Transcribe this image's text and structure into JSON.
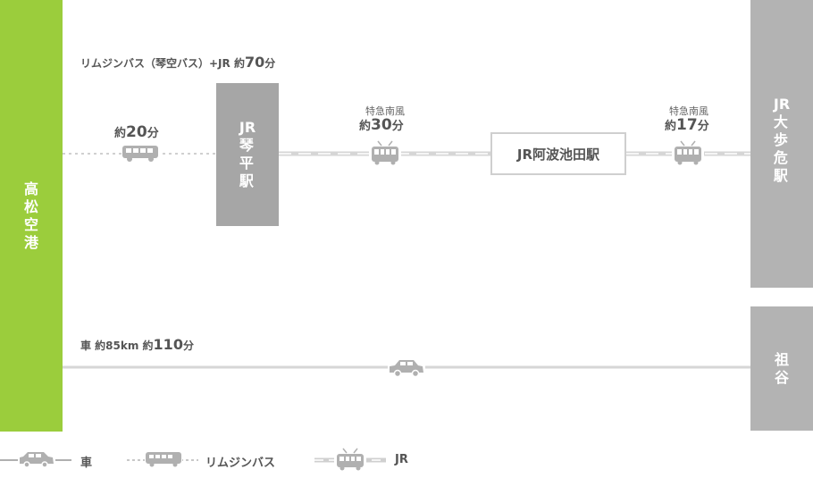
{
  "origin": {
    "label": "高松空港",
    "color": "#9bcd3c"
  },
  "dest_main": {
    "label": "JR大歩危駅",
    "color": "#b3b3b3"
  },
  "dest_sub": {
    "label": "祖谷",
    "color": "#b3b3b3"
  },
  "route_bus_jr": {
    "title_prefix": "リムジンバス（琴空バス）+JR 約",
    "title_value": "70",
    "title_unit": "分"
  },
  "segment_bus": {
    "prefix": "約",
    "value": "20",
    "unit": "分"
  },
  "station_kotohira": {
    "label": "JR琴平駅",
    "color": "#a6a6a6"
  },
  "segment_jr1": {
    "train": "特急南風",
    "prefix": "約",
    "value": "30",
    "unit": "分"
  },
  "station_awaikeda": {
    "label": "JR阿波池田駅"
  },
  "segment_jr2": {
    "train": "特急南風",
    "prefix": "約",
    "value": "17",
    "unit": "分"
  },
  "route_car": {
    "title_prefix": "車 約85km 約",
    "title_value": "110",
    "title_unit": "分"
  },
  "legend": {
    "car": "車",
    "bus": "リムジンバス",
    "jr": "JR"
  },
  "colors": {
    "line": "#d6d6d6",
    "icon": "#b0b0b0",
    "text": "#555555"
  }
}
